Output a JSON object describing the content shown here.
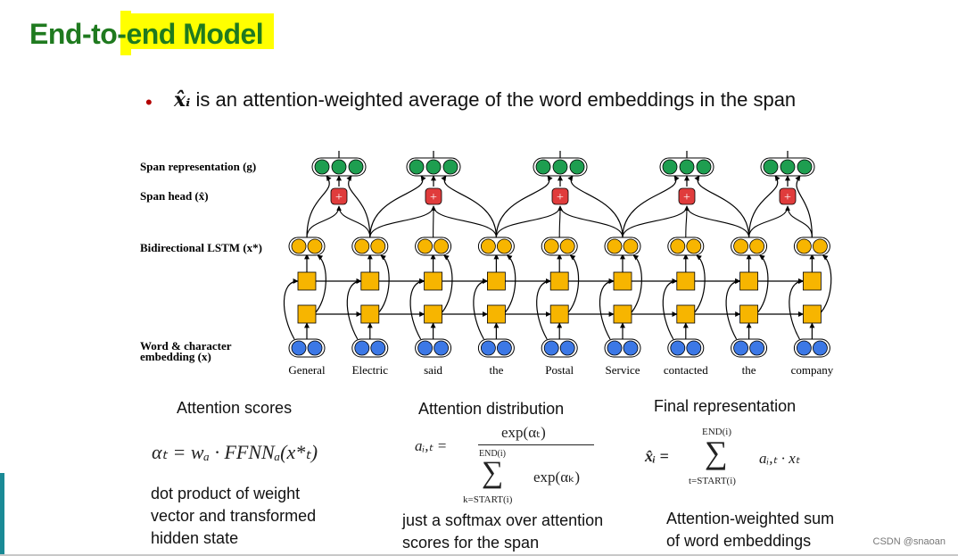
{
  "slide": {
    "title": "End-to-end Model",
    "bullet": {
      "symbol": "x̂ᵢ",
      "text": " is an attention-weighted average of the word embeddings in the span"
    }
  },
  "diagram": {
    "row_labels": {
      "span_representation": "Span representation (g)",
      "span_head": "Span head (x̂)",
      "bilstm": "Bidirectional LSTM (x*)",
      "embedding_line1": "Word & character",
      "embedding_line2": "embedding (x)"
    },
    "words": [
      "General",
      "Electric",
      "said",
      "the",
      "Postal",
      "Service",
      "contacted",
      "the",
      "company"
    ],
    "plus_symbol": "+",
    "colors": {
      "green_node": "#1e9e50",
      "red_node": "#e03c3c",
      "orange_node": "#f7b500",
      "blue_node": "#3c78e6",
      "title_green": "#1f7a1f",
      "highlight": "#ffff00"
    }
  },
  "sections": {
    "attention_scores": {
      "caption": "Attention scores",
      "formula": "αₜ = wₐ · FFNNₐ(x*ₜ)",
      "description": [
        "dot product of weight",
        "vector and transformed",
        "hidden state"
      ]
    },
    "attention_distribution": {
      "caption": "Attention distribution",
      "lhs": "aᵢ,ₜ =",
      "numerator": "exp(αₜ)",
      "sum_top": "END(i)",
      "sum_symbol": "∑",
      "sum_bottom": "k=START(i)",
      "sum_term": "exp(αₖ)",
      "description": [
        "just a softmax over attention",
        "scores for the span"
      ]
    },
    "final_representation": {
      "caption": "Final representation",
      "lhs": "x̂ᵢ =",
      "sum_top": "END(i)",
      "sum_symbol": "∑",
      "sum_bottom": "t=START(i)",
      "term": "aᵢ,ₜ · xₜ",
      "description": [
        "Attention-weighted sum",
        "of word embeddings"
      ]
    }
  },
  "watermark": "CSDN @snaoan"
}
